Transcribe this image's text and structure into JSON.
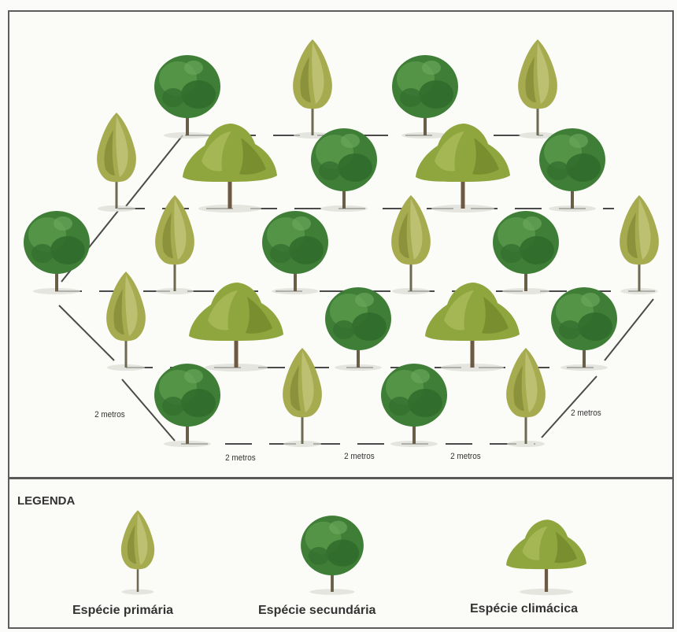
{
  "diagram": {
    "dimension_labels": {
      "left": "2 metros",
      "right": "2 metros",
      "bottom_1": "2 metros",
      "bottom_2": "2 metros",
      "bottom_3": "2 metros"
    }
  },
  "legend": {
    "title": "LEGENDA",
    "items": [
      {
        "label": "Espécie primária",
        "tree_type": "primary-tree-icon",
        "color": "#a7ad52"
      },
      {
        "label": "Espécie secundária",
        "tree_type": "secondary-tree-icon",
        "color": "#3e7d35"
      },
      {
        "label": "Espécie climácica",
        "tree_type": "climax-tree-icon",
        "color": "#8ea43c"
      }
    ]
  },
  "colors": {
    "primary": "#a7ad52",
    "secondary": "#3e7d35",
    "climax": "#8ea43c",
    "lines": "#4a4a4a"
  }
}
